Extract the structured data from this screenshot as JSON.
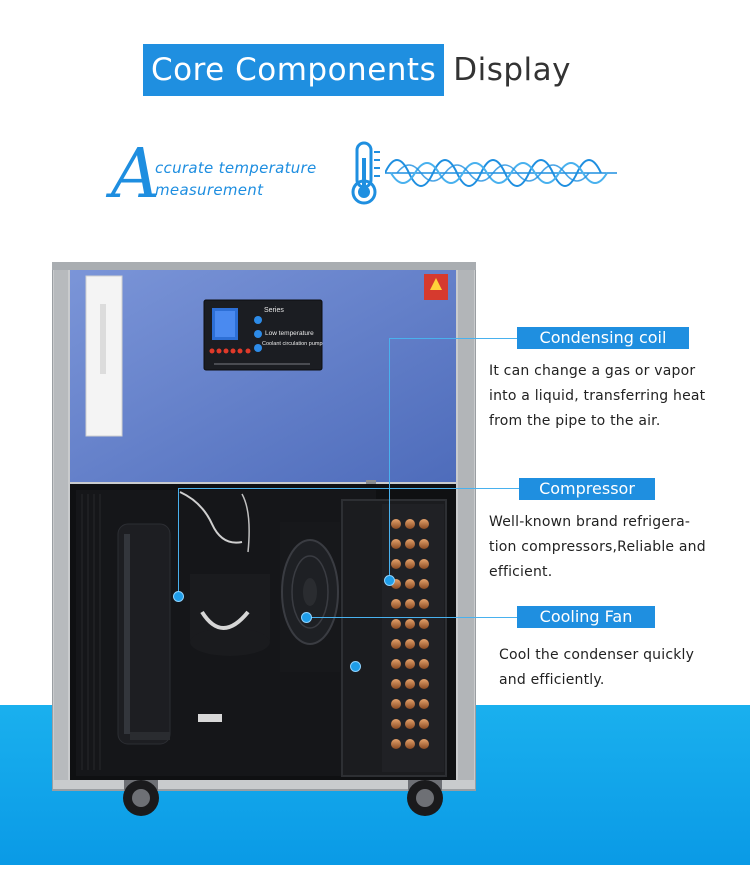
{
  "header": {
    "title_highlight": "Core Components",
    "title_rest": "Display"
  },
  "feature": {
    "initial": "A",
    "line1": "ccurate temperature",
    "line2": "measurement"
  },
  "panel": {
    "series": "Series",
    "line1": "Low temperature",
    "line2": "Coolant circulation pump"
  },
  "callouts": [
    {
      "label": "Condensing coil",
      "lines": [
        "It can change a gas or vapor",
        "into a liquid, transferring heat",
        "from the pipe to the air."
      ]
    },
    {
      "label": "Compressor",
      "lines": [
        "Well-known brand  refrigera-",
        "tion compressors,Reliable and",
        "efficient."
      ]
    },
    {
      "label": "Cooling Fan",
      "lines": [
        "Cool the condenser quickly",
        "and efficiently."
      ]
    }
  ],
  "colors": {
    "accent_blue": "#1f8fe0",
    "band_blue": "#0a9ae6",
    "machine_panel": "#5b79c6"
  }
}
